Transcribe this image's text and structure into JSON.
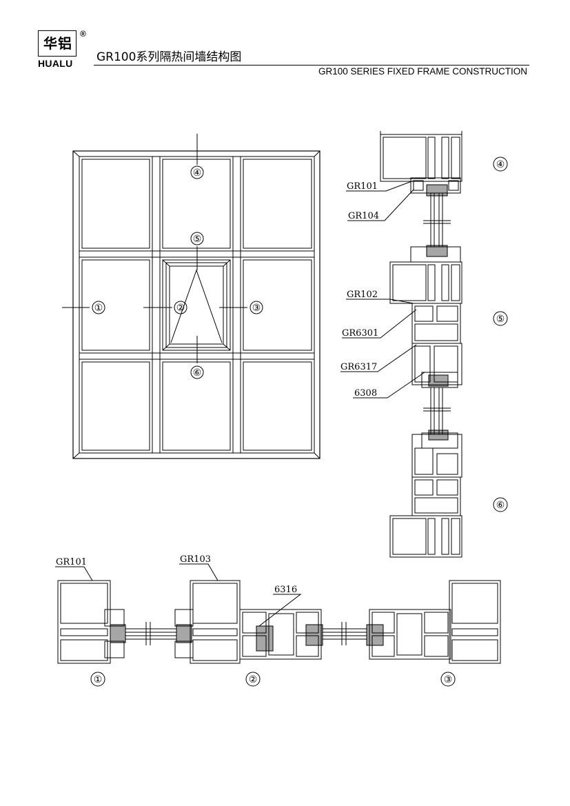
{
  "header": {
    "logo_cn": "华铝",
    "logo_en": "HUALU",
    "registered_mark": "®",
    "title_cn": "GR100系列隔热间墙结构图",
    "title_en": "GR100 SERIES FIXED FRAME CONSTRUCTION"
  },
  "elevation": {
    "markers": [
      "①",
      "②",
      "③",
      "④",
      "⑤",
      "⑥"
    ]
  },
  "vertical_section": {
    "markers": [
      "④",
      "⑤",
      "⑥"
    ],
    "profile_labels": [
      "GR101",
      "GR104",
      "GR102",
      "GR6301",
      "GR6317",
      "6308"
    ]
  },
  "horizontal_section": {
    "markers": [
      "①",
      "②",
      "③"
    ],
    "profile_labels": [
      "GR101",
      "GR103",
      "6316"
    ]
  }
}
